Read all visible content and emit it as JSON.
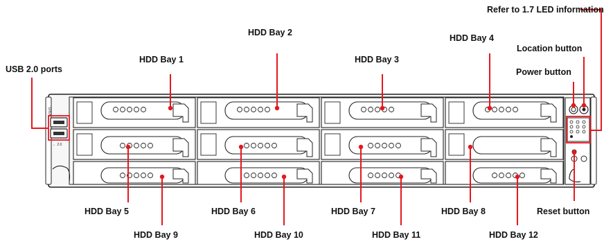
{
  "labels": {
    "led_info": "Refer to 1.7 LED information",
    "location_button": "Location button",
    "power_button": "Power button",
    "usb_ports": "USB 2.0 ports",
    "reset_button": "Reset button",
    "bay1": "HDD Bay 1",
    "bay2": "HDD Bay 2",
    "bay3": "HDD Bay 3",
    "bay4": "HDD Bay 4",
    "bay5": "HDD Bay 5",
    "bay6": "HDD Bay 6",
    "bay7": "HDD Bay 7",
    "bay8": "HDD Bay 8",
    "bay9": "HDD Bay 9",
    "bay10": "HDD Bay 10",
    "bay11": "HDD Bay 11",
    "bay12": "HDD Bay 12"
  },
  "chassis_marks": {
    "brand": "ASUS",
    "usb_mark": "← 2.0"
  },
  "colors": {
    "leader": "#e5171e",
    "outline": "#222222"
  }
}
